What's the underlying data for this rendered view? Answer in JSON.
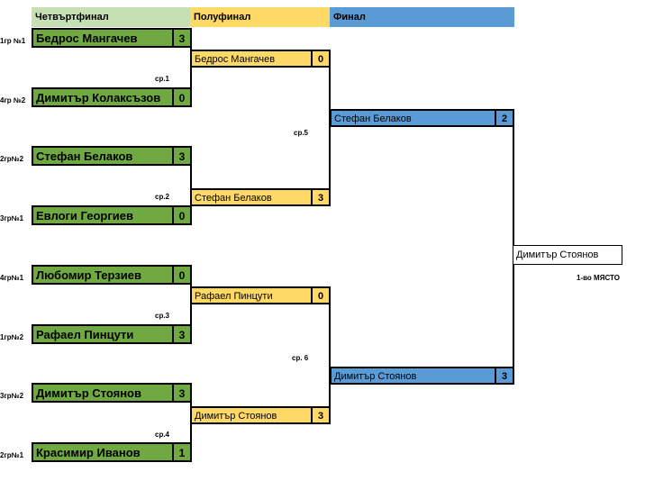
{
  "headers": {
    "quarterfinal": "Четвъртфинал",
    "semifinal": "Полуфинал",
    "final": "Финал"
  },
  "colors": {
    "quarterfinal": "#70a941",
    "quarterfinal_header": "#c6e0b4",
    "semifinal": "#ffd966",
    "final": "#5b9bd5"
  },
  "quarterfinals": [
    {
      "seed": "1гр №1",
      "name": "Бедрос Мангачев",
      "score": "3"
    },
    {
      "seed": "4гр №2",
      "name": "Димитър Колаксъзов",
      "score": "0"
    },
    {
      "seed": "2гр№2",
      "name": "Стефан Белаков",
      "score": "3"
    },
    {
      "seed": "3гр№1",
      "name": "Евлоги Георгиев",
      "score": "0"
    },
    {
      "seed": "4гр№1",
      "name": "Любомир Терзиев",
      "score": "0"
    },
    {
      "seed": "1гр№2",
      "name": "Рафаел Пинцути",
      "score": "3"
    },
    {
      "seed": "3гр№2",
      "name": "Димитър Стоянов",
      "score": "3"
    },
    {
      "seed": "2гр№1",
      "name": "Красимир Иванов",
      "score": "1"
    }
  ],
  "semifinals": [
    {
      "name": "Бедрос Мангачев",
      "score": "0"
    },
    {
      "name": "Стефан Белаков",
      "score": "3"
    },
    {
      "name": "Рафаел Пинцути",
      "score": "0"
    },
    {
      "name": "Димитър Стоянов",
      "score": "3"
    }
  ],
  "finals": [
    {
      "name": "Стефан Белаков",
      "score": "2"
    },
    {
      "name": "Димитър Стоянов",
      "score": "3"
    }
  ],
  "winner": {
    "name": "Димитър Стоянов",
    "place": "1-во МЯСТО"
  },
  "match_labels": [
    "ср.1",
    "ср.2",
    "ср.3",
    "ср.4",
    "ср.5",
    "ср. 6"
  ]
}
